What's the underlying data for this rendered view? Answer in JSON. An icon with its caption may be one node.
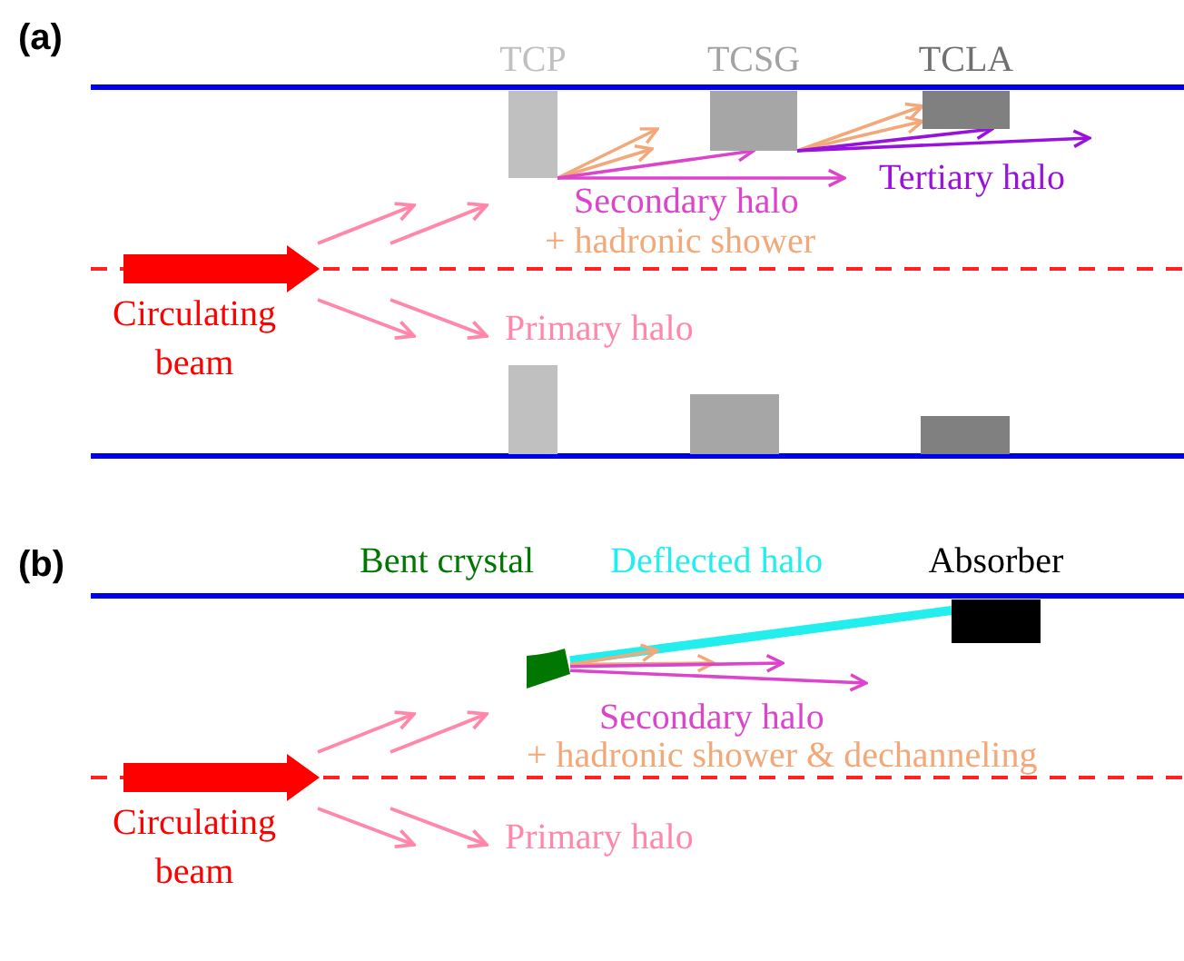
{
  "diagram": {
    "nodes": [
      {
        "text": [
          "TCP"
        ]
      },
      {
        "text": [
          "TCSG"
        ]
      },
      {
        "text": [
          "TCLA"
        ]
      },
      {
        "text": [],
        "shape": "box"
      },
      {
        "text": [],
        "shape": "box"
      },
      {
        "text": [],
        "shape": "box"
      },
      {
        "text": [],
        "shape": "bar"
      },
      {
        "text": [
          "Absorber"
        ]
      }
    ],
    "edges": [
      {
        "from": 0,
        "to": null,
        "arrow": "to",
        "color": "#f2a878"
      },
      {
        "from": 0,
        "to": null,
        "arrow": "to",
        "color": "#f2a878"
      },
      {
        "from": 0,
        "to": 1,
        "arrow": "to",
        "color": "#dd44cc"
      },
      {
        "from": 0,
        "to": null,
        "arrow": "to",
        "color": "#dd44cc"
      },
      {
        "from": 1,
        "to": 2,
        "arrow": "to",
        "color": "#f2a878"
      },
      {
        "from": 1,
        "to": 2,
        "arrow": "to",
        "color": "#f2a878"
      },
      {
        "from": 1,
        "to": 2,
        "arrow": "to",
        "color": "#9911dd"
      },
      {
        "from": 1,
        "to": null,
        "arrow": "to",
        "color": "#9911dd"
      },
      {
        "from": 6,
        "to": 7,
        "arrow": "none",
        "style": "thick",
        "color": "#22eeee"
      },
      {
        "from": 6,
        "to": null,
        "arrow": "to",
        "color": "#f2a878"
      },
      {
        "from": 6,
        "to": null,
        "arrow": "to",
        "color": "#f2a878"
      },
      {
        "from": 6,
        "to": null,
        "arrow": "to",
        "color": "#dd44cc"
      },
      {
        "from": 6,
        "to": null,
        "arrow": "to",
        "color": "#dd44cc"
      }
    ],
    "labels": [
      "(a)",
      "Secondary halo",
      "+ hadronic shower",
      "Tertiary halo",
      "Circulating beam",
      "Primary halo",
      "(b)",
      "Bent crystal",
      "Deflected halo",
      "Secondary halo",
      "+ hadronic shower & dechanneling",
      "Circulating beam",
      "Primary halo"
    ]
  }
}
